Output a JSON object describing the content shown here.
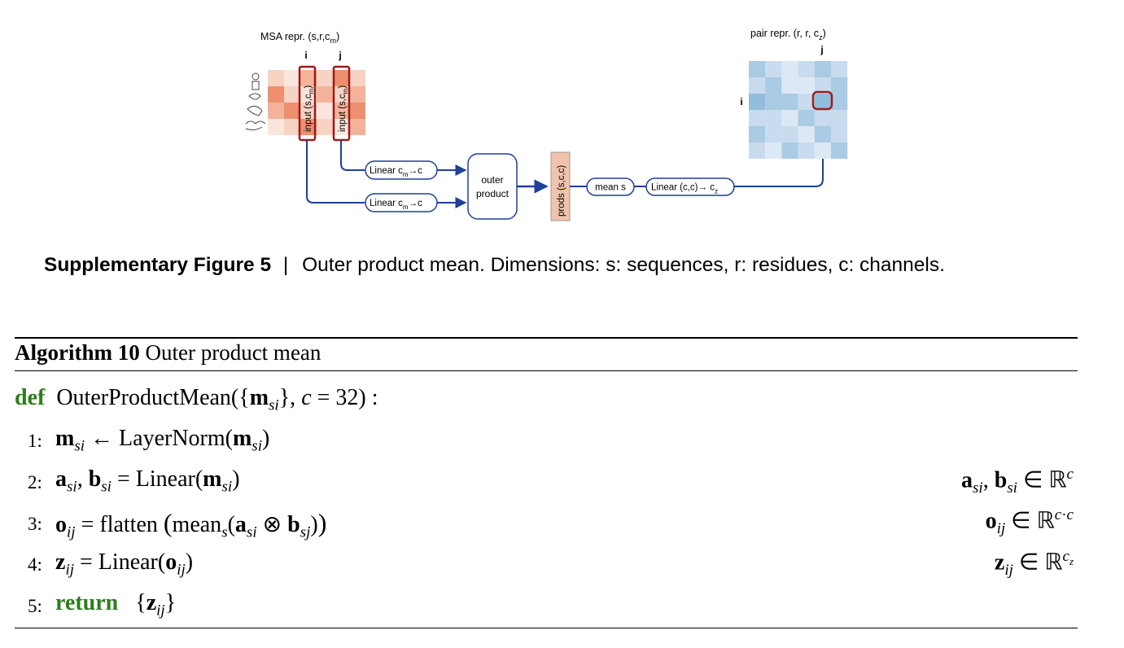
{
  "figure": {
    "msa_label": "MSA repr. (s,r,c",
    "msa_label_sub": "m",
    "msa_label_end": ")",
    "col_i": "i",
    "col_j": "j",
    "input_i": "input (s,c",
    "input_j": "input (s,c",
    "input_sub": "m",
    "input_end": ")",
    "linear_1": "Linear c",
    "linear_2": "Linear c",
    "linear_sub": "m",
    "linear_arrow": "→c",
    "outer_1": "outer",
    "outer_2": "product",
    "prods": "prods (s,c,c)",
    "mean": "mean s",
    "linear_z": "Linear (c,c)→ c",
    "linear_z_sub": "z",
    "pair_label": "pair repr. (r, r, c",
    "pair_label_sub": "z",
    "pair_label_end": ")",
    "pair_j": "j",
    "pair_i": "i",
    "colors": {
      "arrow": "#1f3f9a",
      "highlight": "#9b1c1c",
      "msa": [
        "#f6d3c3",
        "#f3b39a",
        "#ee8f70",
        "#fae6dc"
      ],
      "pair": [
        "#a9cbe3",
        "#c8dbef",
        "#dde8f5",
        "#92bedc"
      ]
    }
  },
  "caption": {
    "label": "Supplementary Figure 5",
    "sep": "|",
    "text": "Outer product mean. Dimensions: s: sequences, r: residues, c: channels."
  },
  "algorithm": {
    "label": "Algorithm 10",
    "title": "Outer product mean",
    "def_kw": "def",
    "signature": "OuterProductMean({m",
    "return_kw": "return",
    "line_numbers": [
      "1:",
      "2:",
      "3:",
      "4:",
      "5:"
    ]
  }
}
